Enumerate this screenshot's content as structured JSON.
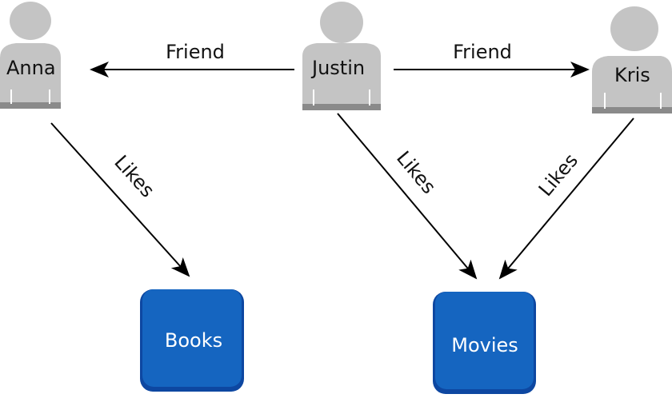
{
  "nodes": {
    "anna": {
      "label": "Anna"
    },
    "justin": {
      "label": "Justin"
    },
    "kris": {
      "label": "Kris"
    },
    "books": {
      "label": "Books"
    },
    "movies": {
      "label": "Movies"
    }
  },
  "edges": {
    "justin_anna": {
      "label": "Friend"
    },
    "justin_kris": {
      "label": "Friend"
    },
    "anna_books": {
      "label": "Likes"
    },
    "justin_movies": {
      "label": "Likes"
    },
    "kris_movies": {
      "label": "Likes"
    }
  },
  "colors": {
    "person": "#c4c4c4",
    "person_base": "#8a8a8a",
    "box_fill": "#1565c0",
    "box_edge": "#0d47a1",
    "edge": "#000000"
  }
}
